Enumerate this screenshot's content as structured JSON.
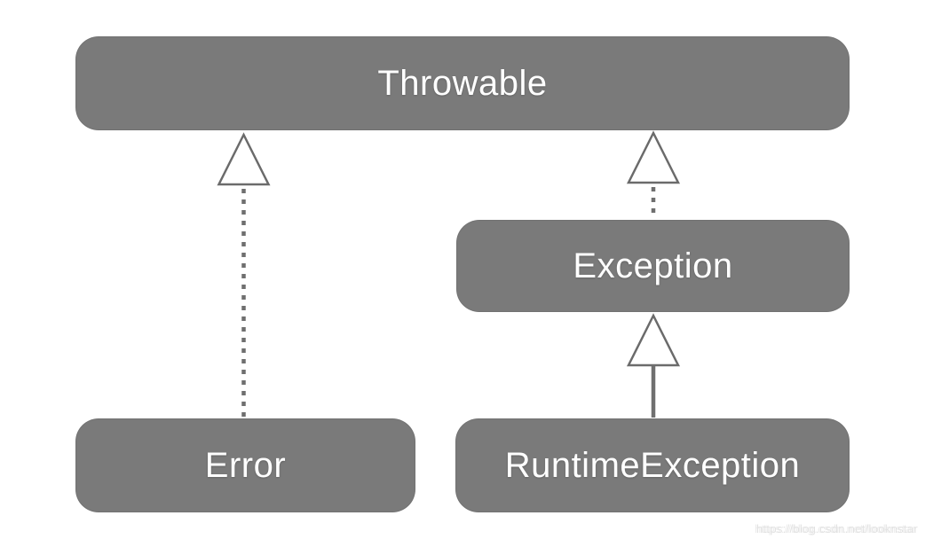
{
  "diagram": {
    "type": "class-inheritance-hierarchy",
    "nodes": [
      {
        "id": "throwable",
        "label": "Throwable"
      },
      {
        "id": "exception",
        "label": "Exception"
      },
      {
        "id": "error",
        "label": "Error"
      },
      {
        "id": "runtime_exception",
        "label": "RuntimeException"
      }
    ],
    "edges": [
      {
        "from": "error",
        "to": "throwable",
        "type": "inheritance",
        "line_style": "dotted",
        "arrowhead": "hollow-triangle"
      },
      {
        "from": "exception",
        "to": "throwable",
        "type": "inheritance",
        "line_style": "dotted",
        "arrowhead": "hollow-triangle"
      },
      {
        "from": "runtime_exception",
        "to": "exception",
        "type": "inheritance",
        "line_style": "solid",
        "arrowhead": "hollow-triangle"
      }
    ],
    "colors": {
      "node_fill": "#7a7a7a",
      "node_text": "#ffffff",
      "edge_stroke": "#6b6b6b",
      "arrowhead_fill": "#ffffff",
      "background": "#ffffff",
      "watermark_text": "#e2e2e2"
    }
  },
  "watermark": {
    "text": "https://blog.csdn.net/looknstar"
  }
}
